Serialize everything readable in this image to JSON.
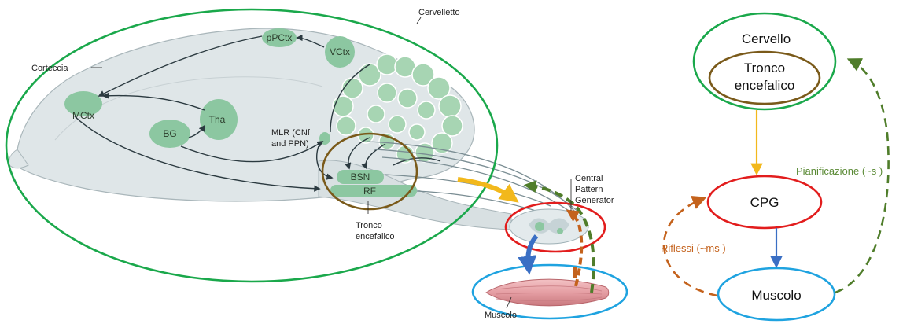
{
  "anatomy": {
    "labels": {
      "cortex": "Corteccia",
      "cerebellum": "Cervelletto",
      "mlr_line1": "MLR (CNf",
      "mlr_line2": "and PPN)",
      "cpg_line1": "Central",
      "cpg_line2": "Pattern",
      "cpg_line3": "Generator",
      "brainstem_line1": "Tronco",
      "brainstem_line2": "encefalico",
      "muscle": "Muscolo"
    },
    "nuclei": {
      "pPCtx": "pPCtx",
      "VCtx": "VCtx",
      "MCtx": "MCtx",
      "Tha": "Tha",
      "BG": "BG",
      "BSN": "BSN",
      "RF": "RF"
    }
  },
  "scheme": {
    "brain_line1": "Cervello",
    "brainstem_line1": "Tronco",
    "brainstem_line2": "encefalico",
    "cpg": "CPG",
    "muscle": "Muscolo",
    "planning": "Pianificazione  (~s )",
    "reflexes": "Riflessi  (~ms )"
  },
  "colors": {
    "brain_ellipse": "#1aa84b",
    "brainstem_ellipse": "#7a5a1a",
    "cpg_ellipse": "#e21d1d",
    "muscle_ellipse": "#1fa3e0",
    "planning_arrow": "#4f7d2a",
    "reflex_arrow": "#c4621c",
    "descending_arrow": "#f2b81c",
    "motor_arrow": "#3a6fc4",
    "nucleus_fill": "#8cc7a1",
    "brain_tissue": "#dfe6e8"
  }
}
